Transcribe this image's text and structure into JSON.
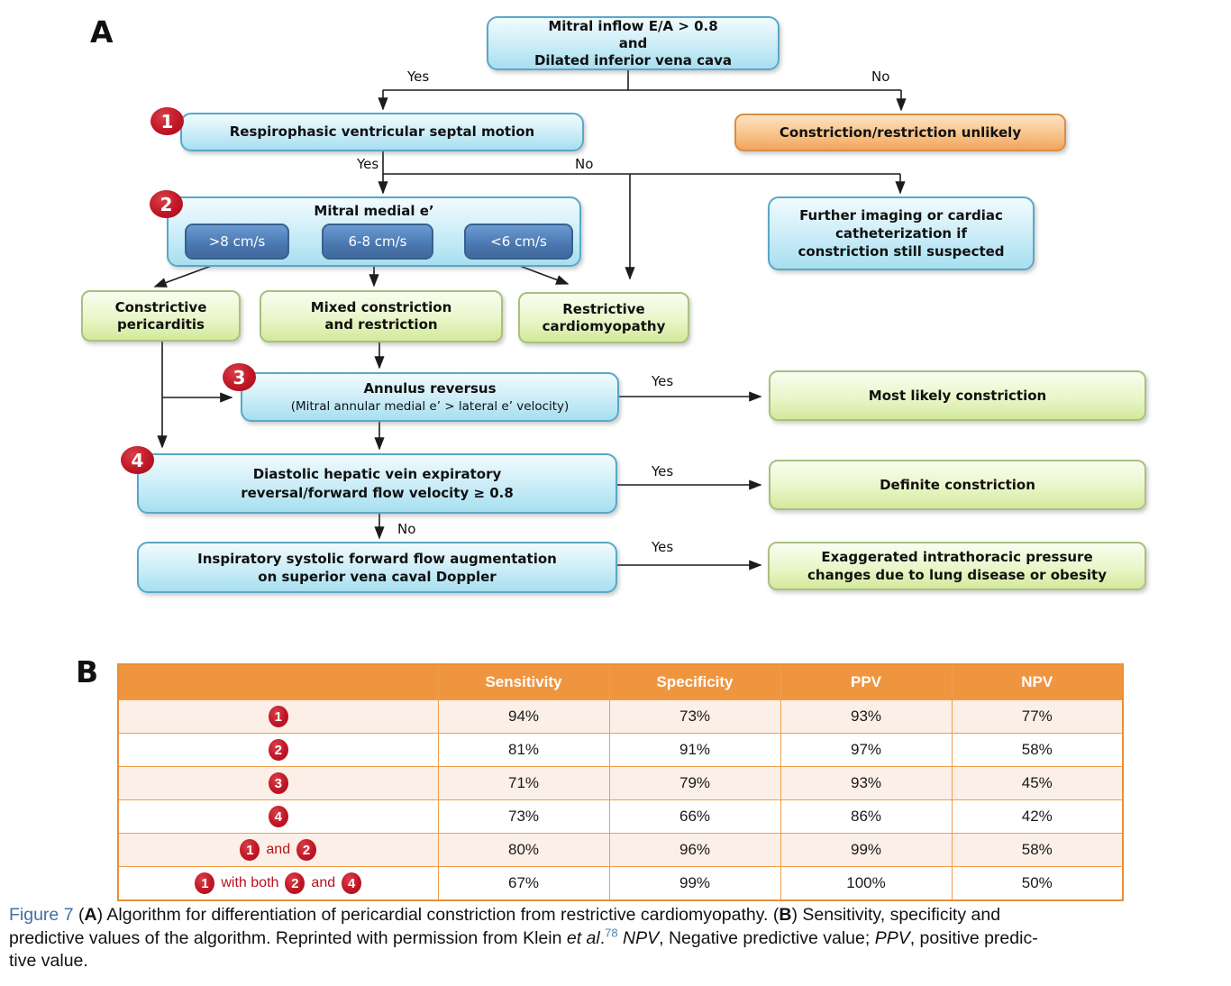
{
  "panel_a_label": "A",
  "panel_b_label": "B",
  "flow": {
    "top": "Mitral inflow E/A > 0.8\nand\nDilated inferior vena cava",
    "step1": {
      "badge": "1",
      "text": "Respirophasic ventricular septal motion"
    },
    "unlikely": "Constriction/restriction unlikely",
    "step2": {
      "badge": "2",
      "title": "Mitral medial e’",
      "chips": [
        ">8 cm/s",
        "6-8 cm/s",
        "<6 cm/s"
      ]
    },
    "further": "Further imaging or cardiac\ncatheterization if\nconstriction still suspected",
    "constrictive": "Constrictive\npericarditis",
    "mixed": "Mixed constriction\nand restriction",
    "restrictive": "Restrictive\ncardiomyopathy",
    "step3": {
      "badge": "3",
      "title": "Annulus reversus",
      "subtitle": "(Mitral annular medial e’ > lateral e’ velocity)"
    },
    "most_likely": "Most likely constriction",
    "step4": {
      "badge": "4",
      "text": "Diastolic hepatic vein expiratory\nreversal/forward flow velocity ≥ 0.8"
    },
    "definite": "Definite constriction",
    "svc": "Inspiratory systolic forward flow augmentation\non superior vena caval Doppler",
    "exaggerated": "Exaggerated intrathoracic pressure\nchanges due to lung disease or obesity",
    "labels": {
      "yes": "Yes",
      "no": "No"
    }
  },
  "table": {
    "headers": [
      "",
      "Sensitivity",
      "Specificity",
      "PPV",
      "NPV"
    ],
    "rows": [
      {
        "label": [
          {
            "badge": "1"
          }
        ],
        "values": [
          "94%",
          "73%",
          "93%",
          "77%"
        ]
      },
      {
        "label": [
          {
            "badge": "2"
          }
        ],
        "values": [
          "81%",
          "91%",
          "97%",
          "58%"
        ]
      },
      {
        "label": [
          {
            "badge": "3"
          }
        ],
        "values": [
          "71%",
          "79%",
          "93%",
          "45%"
        ]
      },
      {
        "label": [
          {
            "badge": "4"
          }
        ],
        "values": [
          "73%",
          "66%",
          "86%",
          "42%"
        ]
      },
      {
        "label": [
          {
            "badge": "1"
          },
          {
            "text": "and"
          },
          {
            "badge": "2"
          }
        ],
        "values": [
          "80%",
          "96%",
          "99%",
          "58%"
        ]
      },
      {
        "label": [
          {
            "badge": "1"
          },
          {
            "text": "with both"
          },
          {
            "badge": "2"
          },
          {
            "text": "and"
          },
          {
            "badge": "4"
          }
        ],
        "values": [
          "67%",
          "99%",
          "100%",
          "50%"
        ]
      }
    ]
  },
  "caption": {
    "lines": [
      [
        {
          "t": "Figure 7",
          "s": "fig"
        },
        {
          "t": " ("
        },
        {
          "t": "A",
          "s": "b"
        },
        {
          "t": ") Algorithm for differentiation of pericardial constriction from restrictive cardiomyopathy. ("
        },
        {
          "t": "B",
          "s": "b"
        },
        {
          "t": ") Sensitivity, specificity and"
        }
      ],
      [
        {
          "t": "predictive values of the algorithm. Reprinted with permission from Klein "
        },
        {
          "t": "et al",
          "s": "i"
        },
        {
          "t": "."
        },
        {
          "t": "78",
          "s": "sup"
        },
        {
          "t": " "
        },
        {
          "t": "NPV",
          "s": "i"
        },
        {
          "t": ", Negative predictive value; "
        },
        {
          "t": "PPV",
          "s": "i"
        },
        {
          "t": ", positive predic-"
        }
      ],
      [
        {
          "t": "tive value."
        }
      ]
    ]
  },
  "colors": {
    "box_blue": "#a7dff0",
    "chip_blue": "#4a77b0",
    "box_green": "#d2e99b",
    "box_orange": "#f2a45f",
    "badge_red": "#c01625",
    "table_header_orange": "#f0953f",
    "table_row_pink": "#fcefe7",
    "figure_label_blue": "#3f6fa5"
  }
}
